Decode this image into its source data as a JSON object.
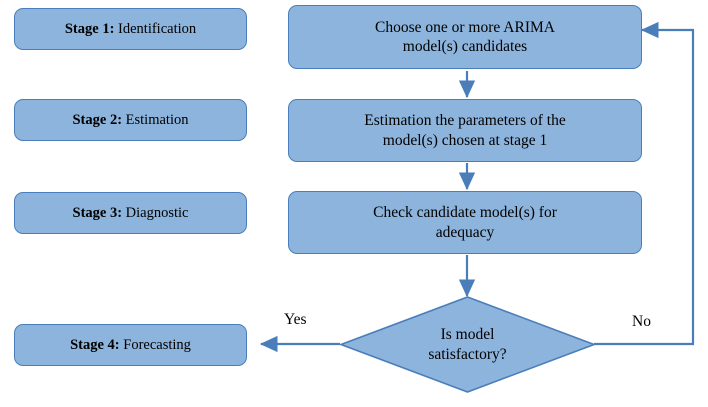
{
  "diagram": {
    "title": "ARIMA modelling stages flowchart",
    "colors": {
      "box_fill": "#8db4dc",
      "box_border": "#4a7ebb",
      "arrow": "#4a7ebb",
      "text": "#000000",
      "background": "#ffffff"
    },
    "stages": [
      {
        "id": "stage1",
        "bold": "Stage 1:",
        "label": " Identification"
      },
      {
        "id": "stage2",
        "bold": "Stage 2:",
        "label": " Estimation"
      },
      {
        "id": "stage3",
        "bold": "Stage 3:",
        "label": " Diagnostic"
      },
      {
        "id": "stage4",
        "bold": "Stage 4:",
        "label": " Forecasting"
      }
    ],
    "processes": [
      {
        "id": "p1",
        "line1": "Choose one or more ARIMA",
        "line2": "model(s) candidates"
      },
      {
        "id": "p2",
        "line1": "Estimation the parameters of the",
        "line2": "model(s) chosen at stage 1"
      },
      {
        "id": "p3",
        "line1": "Check candidate model(s) for",
        "line2": "adequacy"
      }
    ],
    "decision": {
      "id": "d1",
      "line1": "Is model",
      "line2": "satisfactory?"
    },
    "edge_labels": {
      "yes": "Yes",
      "no": "No"
    }
  }
}
